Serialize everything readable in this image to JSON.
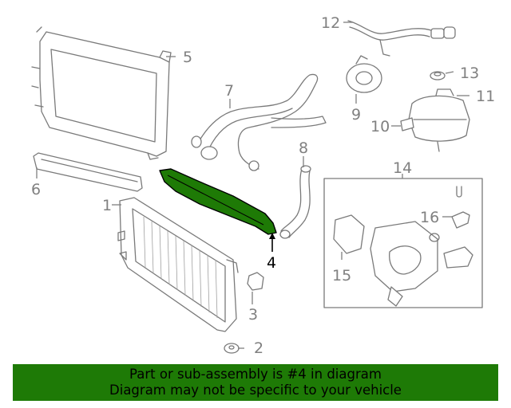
{
  "callouts": {
    "c1": "1",
    "c2": "2",
    "c3": "3",
    "c4": "4",
    "c5": "5",
    "c6": "6",
    "c7": "7",
    "c8": "8",
    "c9": "9",
    "c10": "10",
    "c11": "11",
    "c12": "12",
    "c13": "13",
    "c14": "14",
    "c15": "15",
    "c16": "16"
  },
  "highlight_color": "#1e7a06",
  "banner": {
    "line1": "Part or sub-assembly is #4 in diagram",
    "line2": "Diagram may not be specific to your vehicle"
  }
}
